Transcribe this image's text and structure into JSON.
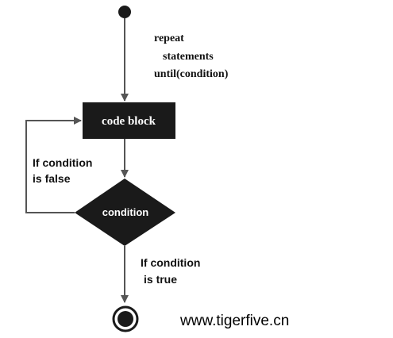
{
  "diagram": {
    "note_lines": [
      "repeat",
      "statements",
      "until(condition)"
    ],
    "code_block_label": "code block",
    "condition_label": "condition",
    "false_branch_lines": [
      "If condition",
      "is false"
    ],
    "true_branch_lines": [
      "If condition",
      "is true"
    ]
  },
  "watermark": "www.tigerfive.cn",
  "colors": {
    "line": "#555555",
    "node_fill": "#1a1a1a",
    "node_text": "#ffffff",
    "label_text": "#111111"
  }
}
